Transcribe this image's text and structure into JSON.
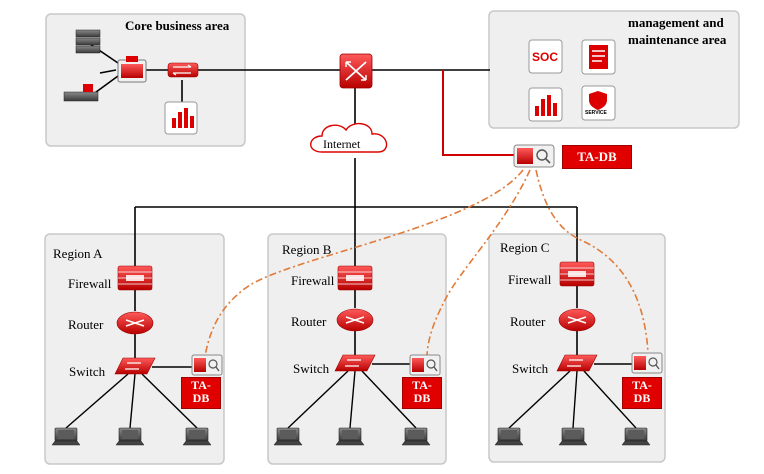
{
  "areas": {
    "core": {
      "title": "Core business area"
    },
    "management": {
      "title_line1": "management and",
      "title_line2": "maintenance area"
    }
  },
  "internet": {
    "label": "Internet"
  },
  "central_tadb": {
    "label": "TA-DB"
  },
  "mgmt_icons": {
    "soc": "SOC",
    "service": "SERVICE"
  },
  "regions": [
    {
      "name": "Region A",
      "firewall": "Firewall",
      "router": "Router",
      "switch": "Switch",
      "tadb_line1": "TA-",
      "tadb_line2": "DB"
    },
    {
      "name": "Region B",
      "firewall": "Firewall",
      "router": "Router",
      "switch": "Switch",
      "tadb_line1": "TA-",
      "tadb_line2": "DB"
    },
    {
      "name": "Region C",
      "firewall": "Firewall",
      "router": "Router",
      "switch": "Switch",
      "tadb_line1": "TA-",
      "tadb_line2": "DB"
    }
  ],
  "colors": {
    "accent_red": "#e00000",
    "dash_orange": "#e07b39",
    "panel_bg": "#efefef",
    "panel_border": "#c8c8c8"
  }
}
